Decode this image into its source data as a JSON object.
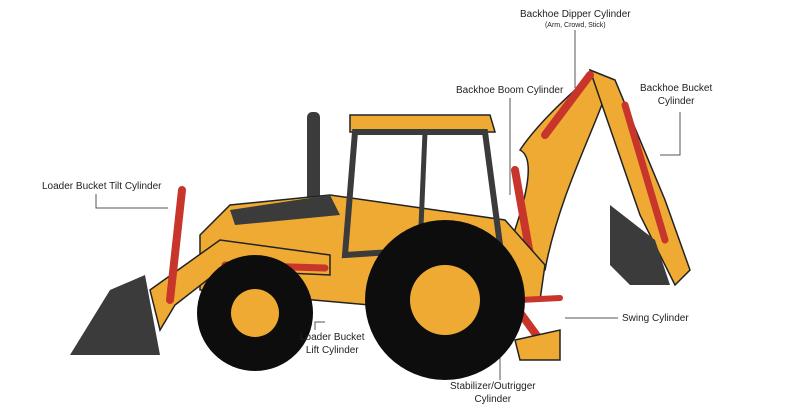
{
  "labels": {
    "dipper": {
      "title": "Backhoe Dipper Cylinder",
      "sub": "(Arm, Crowd, Stick)"
    },
    "boom": "Backhoe Boom Cylinder",
    "bucket": {
      "line1": "Backhoe Bucket",
      "line2": "Cylinder"
    },
    "tilt": "Loader Bucket Tilt Cylinder",
    "swing": "Swing Cylinder",
    "lift": {
      "line1": "Loader Bucket",
      "line2": "Lift Cylinder"
    },
    "stabilizer": {
      "line1": "Stabilizer/Outrigger",
      "line2": "Cylinder"
    }
  },
  "colors": {
    "body": "#efaa34",
    "dark": "#3b3b3b",
    "cylinder": "#c8352b",
    "tire": "#0d0d0d"
  }
}
